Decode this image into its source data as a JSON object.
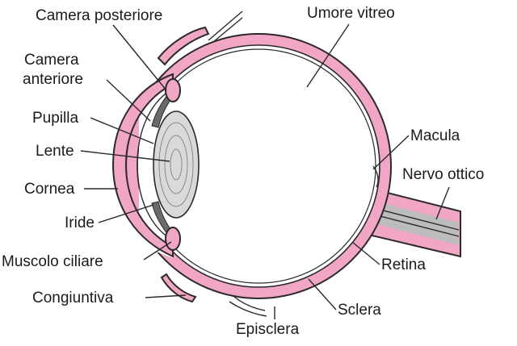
{
  "labels": {
    "camera_posteriore": "Camera posteriore",
    "camera_anteriore_line1": "Camera",
    "camera_anteriore_line2": "anteriore",
    "pupilla": "Pupilla",
    "lente": "Lente",
    "cornea": "Cornea",
    "iride": "Iride",
    "muscolo_ciliare": "Muscolo ciliare",
    "congiuntiva": "Congiuntiva",
    "umore_vitreo": "Umore vitreo",
    "macula": "Macula",
    "nervo_ottico": "Nervo ottico",
    "retina": "Retina",
    "sclera": "Sclera",
    "episclera": "Episclera"
  },
  "colors": {
    "sclera": "#f0a6c4",
    "outline": "#2a2a2a",
    "lens": "#d9d9d9",
    "nerve": "#bcbcbc",
    "background": "#ffffff"
  }
}
